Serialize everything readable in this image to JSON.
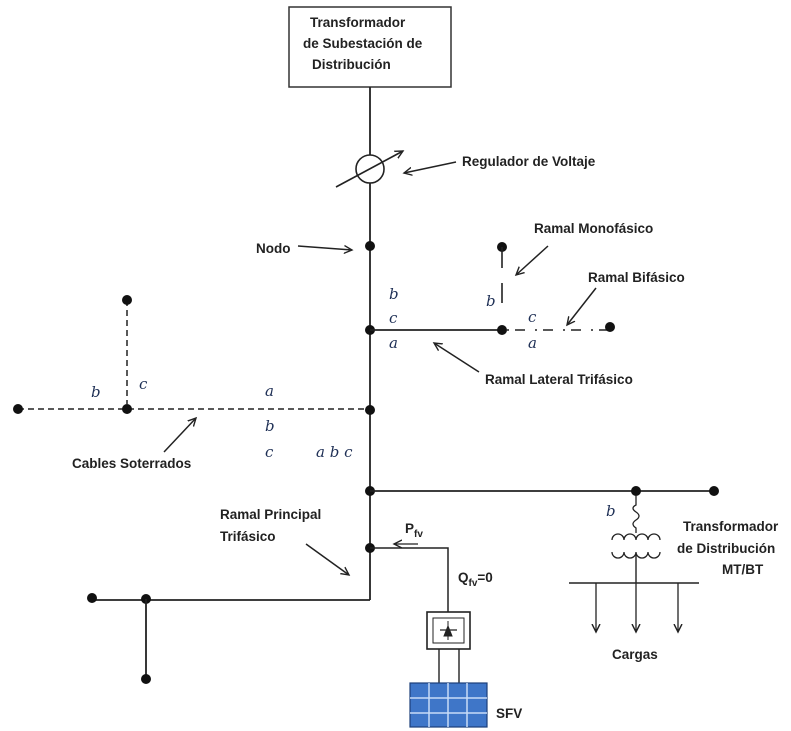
{
  "labels": {
    "substation_line1": "Transformador",
    "substation_line2": "de Subestación de",
    "substation_line3": "Distribución",
    "regulator": "Regulador de Voltaje",
    "node": "Nodo",
    "single_phase_branch": "Ramal Monofásico",
    "two_phase_branch": "Ramal Bifásico",
    "three_phase_lateral": "Ramal Lateral Trifásico",
    "underground_cables": "Cables Soterrados",
    "main_branch_line1": "Ramal Principal",
    "main_branch_line2": "Trifásico",
    "dist_transformer_line1": "Transformador",
    "dist_transformer_line2": "de Distribución",
    "dist_transformer_line3": "MT/BT",
    "loads": "Cargas",
    "pv_system": "SFV",
    "p_pv": "P",
    "p_pv_sub": "fv",
    "q_pv": "Q",
    "q_pv_sub": "fv",
    "q_pv_value": "=0"
  },
  "phases": {
    "lateral_b": "b",
    "lateral_c": "c",
    "lateral_a": "a",
    "mono_b": "b",
    "bif_c": "c",
    "bif_a": "a",
    "cable_b": "b",
    "cable_c": "c",
    "cable_a": "a",
    "cable_b2": "b",
    "cable_c2": "c",
    "main_abc": "a b c",
    "dist_b": "b"
  },
  "colors": {
    "line": "#222222",
    "phase_text": "#1e2f55",
    "pv_panel": "#3f76c8"
  }
}
